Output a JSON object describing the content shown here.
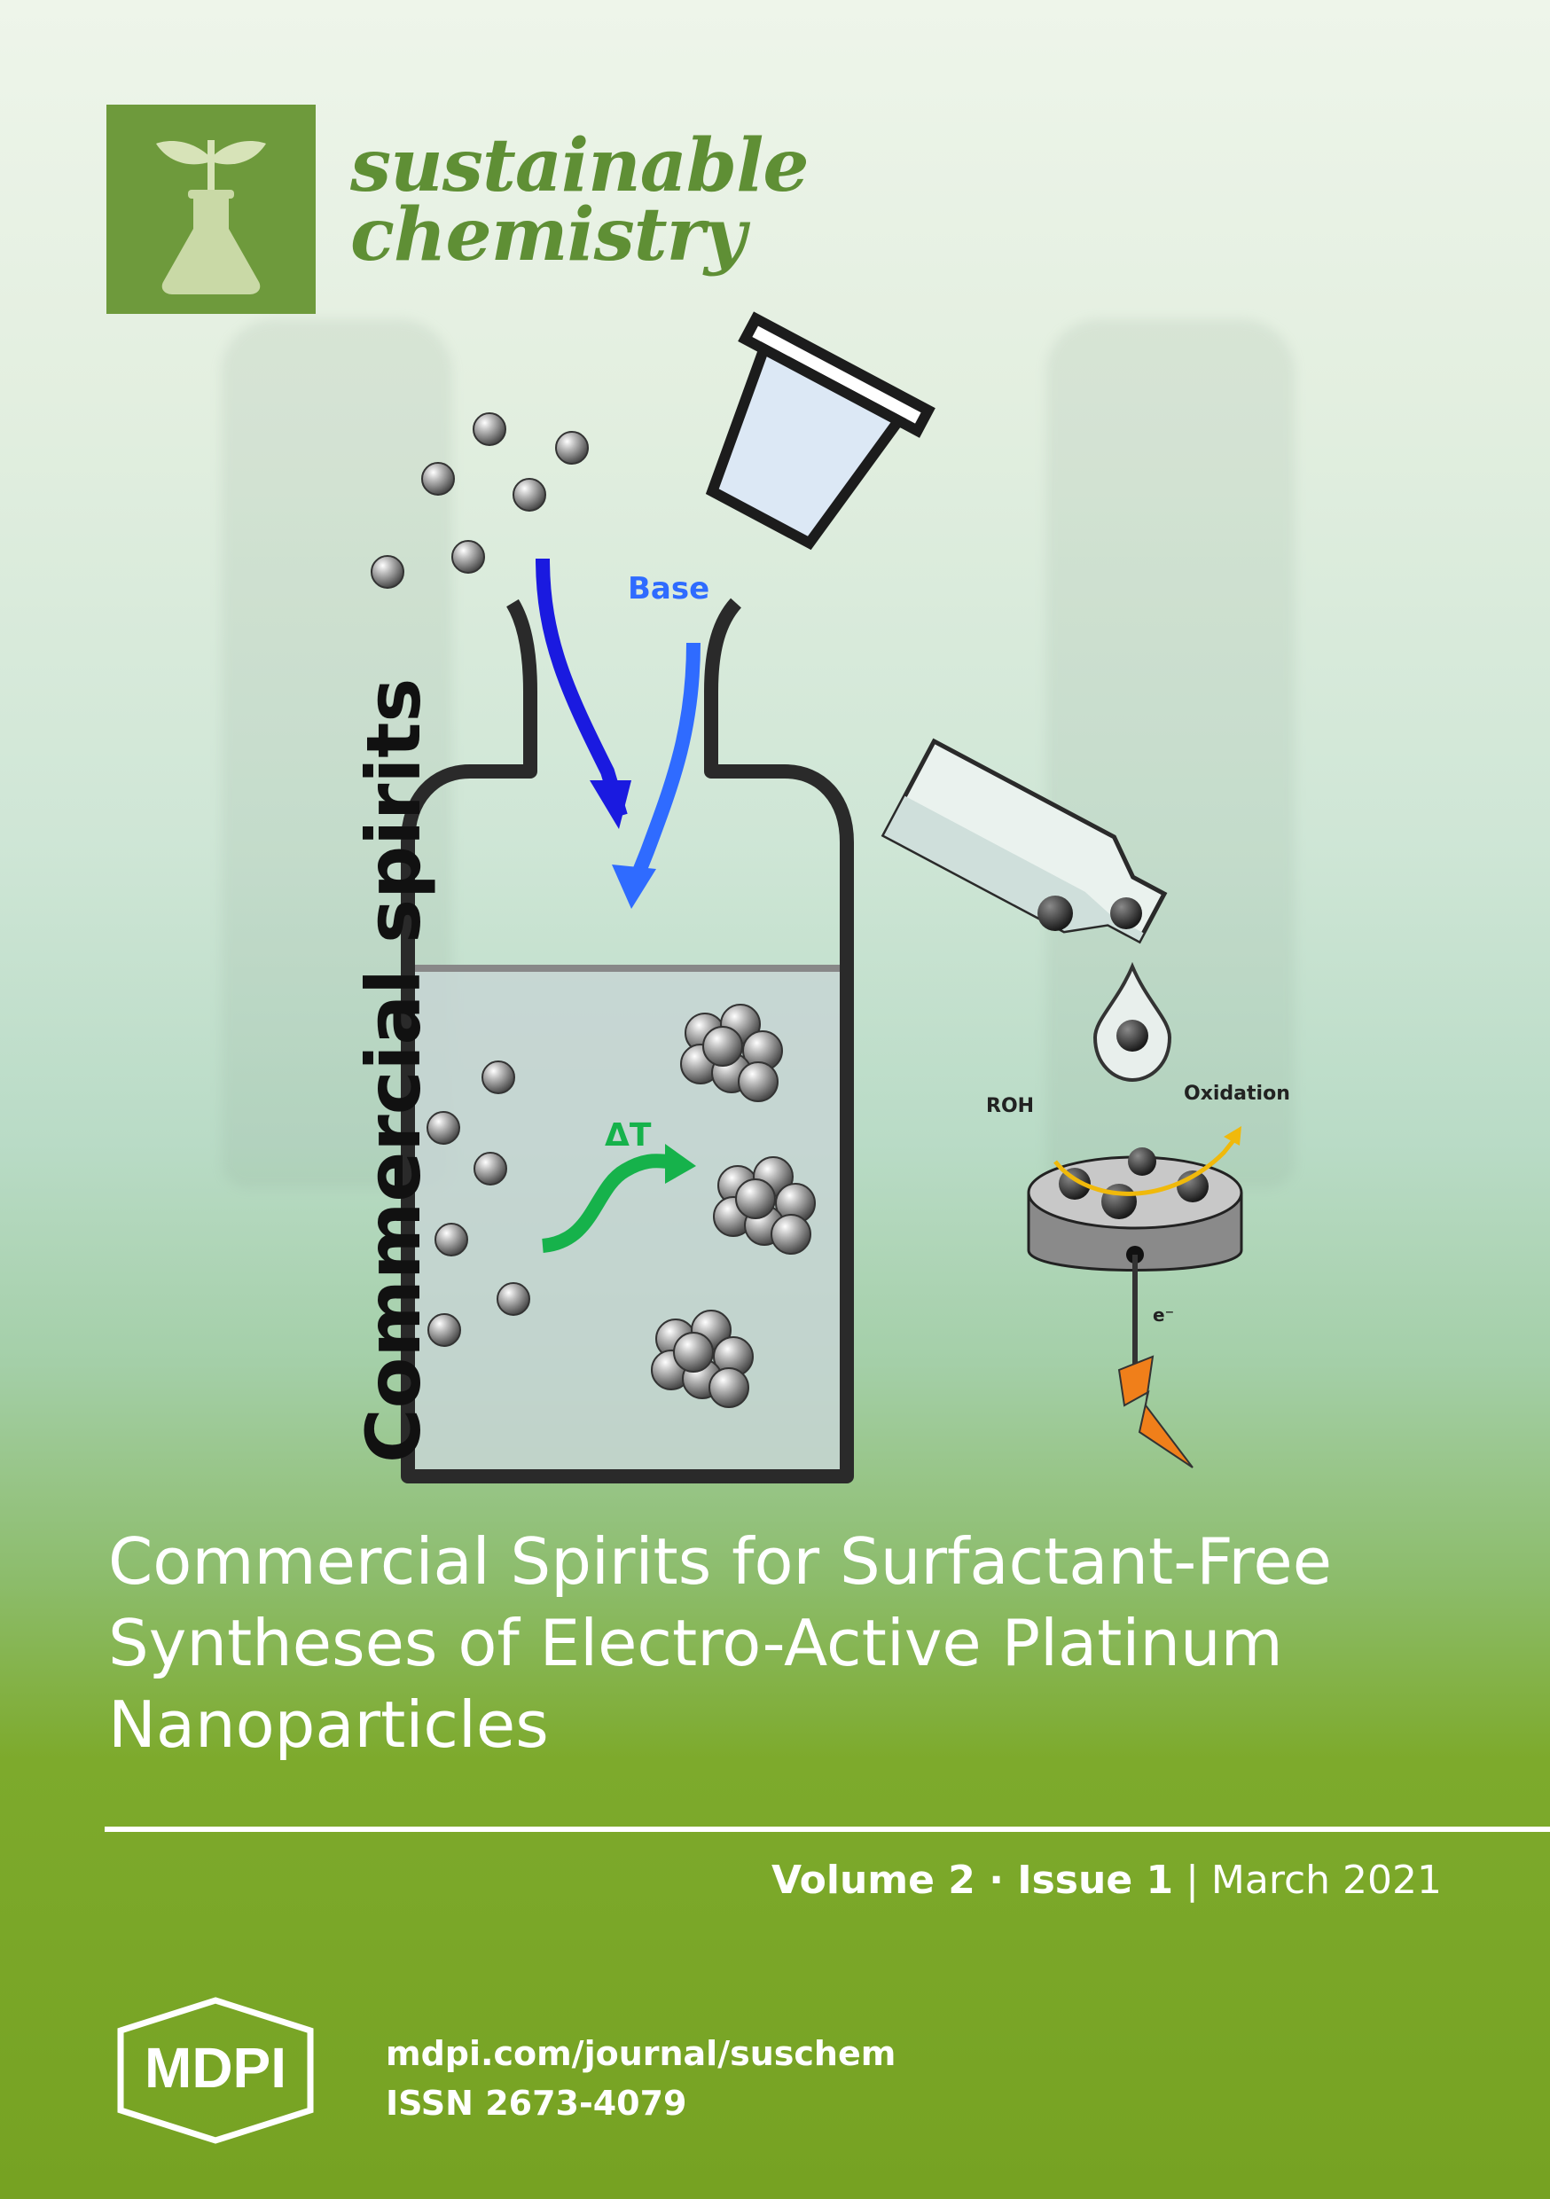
{
  "journal": {
    "title_line1": "sustainable",
    "title_line2": "chemistry"
  },
  "figure": {
    "side_label": "Commercial spirits",
    "base_label": "Base",
    "delta_t_label": "ΔT",
    "roh_label": "ROH",
    "oxidation_label": "Oxidation",
    "electron_label": "e⁻"
  },
  "article": {
    "title": "Commercial Spirits for Surfactant-Free Syntheses of Electro-Active Platinum Nanoparticles"
  },
  "issue": {
    "volume": "Volume 2",
    "separator": " · ",
    "issue": "Issue 1",
    "divider": " | ",
    "date": "March 2021"
  },
  "publisher": {
    "logo_text": "MDPI",
    "url": "mdpi.com/journal/suschem",
    "issn": "ISSN 2673-4079"
  },
  "colors": {
    "brand_green": "#6e9a3c",
    "footer_green": "#76a222",
    "arrow_dark_blue": "#1a1ae0",
    "arrow_light_blue": "#2f6bff",
    "arrow_green": "#16b24b",
    "orange": "#f07f1a"
  }
}
